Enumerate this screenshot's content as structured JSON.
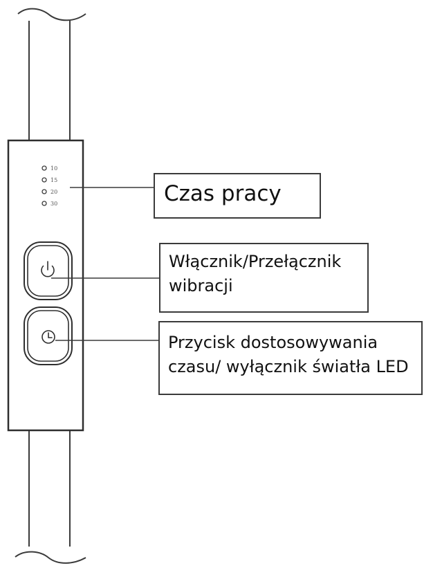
{
  "device": {
    "led_levels": [
      {
        "label": "10"
      },
      {
        "label": "15"
      },
      {
        "label": "20"
      },
      {
        "label": "30"
      }
    ],
    "icons": {
      "power_button": "power-icon",
      "timer_button": "clock-icon"
    }
  },
  "callouts": {
    "time": {
      "label": "Czas pracy"
    },
    "power": {
      "line1": "Włącznik/Przełącznik",
      "line2": "wibracji"
    },
    "timer": {
      "line1": "Przycisk dostosowywania",
      "line2": "czasu/ wyłącznik światła LED"
    }
  }
}
